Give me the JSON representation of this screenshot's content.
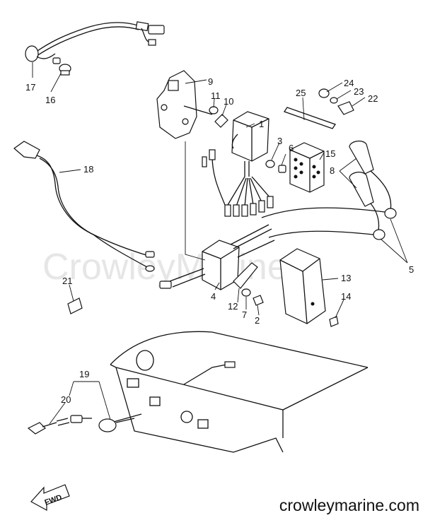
{
  "watermark": "CrowleyMarine",
  "footer": {
    "site": "crowleymarine.com"
  },
  "direction_marker": {
    "text": "FWD",
    "icon": "fwd-arrow-icon"
  },
  "callouts": [
    {
      "id": "17",
      "label": "17"
    },
    {
      "id": "16",
      "label": "16"
    },
    {
      "id": "9",
      "label": "9"
    },
    {
      "id": "11",
      "label": "11"
    },
    {
      "id": "10",
      "label": "10"
    },
    {
      "id": "1",
      "label": "1"
    },
    {
      "id": "3",
      "label": "3"
    },
    {
      "id": "6",
      "label": "6"
    },
    {
      "id": "15",
      "label": "15"
    },
    {
      "id": "25",
      "label": "25"
    },
    {
      "id": "24",
      "label": "24"
    },
    {
      "id": "23",
      "label": "23"
    },
    {
      "id": "22",
      "label": "22"
    },
    {
      "id": "8",
      "label": "8"
    },
    {
      "id": "18",
      "label": "18"
    },
    {
      "id": "5",
      "label": "5"
    },
    {
      "id": "21",
      "label": "21"
    },
    {
      "id": "4",
      "label": "4"
    },
    {
      "id": "12",
      "label": "12"
    },
    {
      "id": "7",
      "label": "7"
    },
    {
      "id": "2",
      "label": "2"
    },
    {
      "id": "13",
      "label": "13"
    },
    {
      "id": "14",
      "label": "14"
    },
    {
      "id": "19",
      "label": "19"
    },
    {
      "id": "20",
      "label": "20"
    }
  ]
}
